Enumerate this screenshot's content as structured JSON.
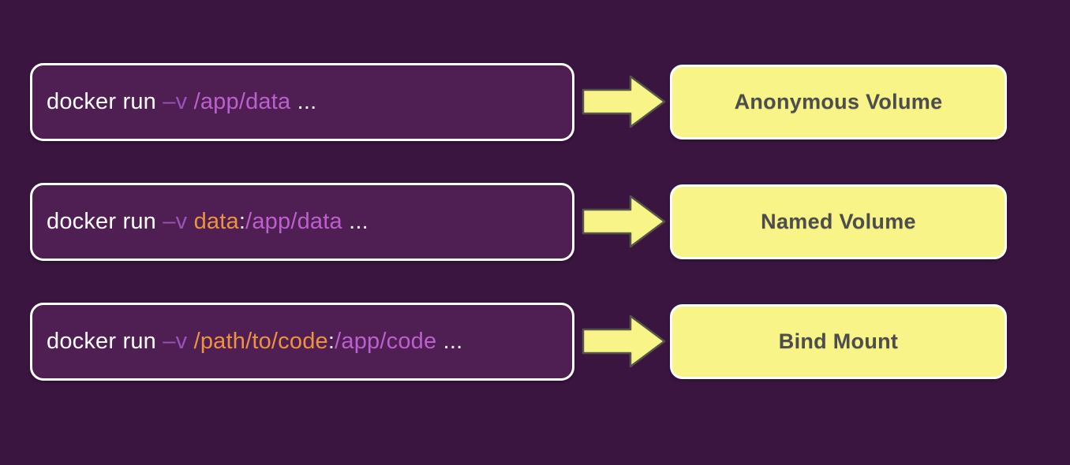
{
  "colors": {
    "background": "#3a1540",
    "command_box_fill": "#4f1e52",
    "box_border": "#ffffff",
    "text_plain": "#ffffff",
    "text_flag": "#9a52b5",
    "text_host": "#eb9440",
    "text_container_path": "#bb60cd",
    "result_box_fill": "#f8f488",
    "result_text": "#4d4d4d",
    "arrow_fill": "#f8f488",
    "arrow_outline": "#54544a"
  },
  "rows": [
    {
      "command": [
        {
          "text": "docker run ",
          "role": "plain"
        },
        {
          "text": "–v ",
          "role": "flag"
        },
        {
          "text": "/app/data",
          "role": "container-path"
        },
        {
          "text": " ...",
          "role": "plain"
        }
      ],
      "result": "Anonymous Volume"
    },
    {
      "command": [
        {
          "text": "docker run ",
          "role": "plain"
        },
        {
          "text": "–v ",
          "role": "flag"
        },
        {
          "text": "data",
          "role": "host"
        },
        {
          "text": ":",
          "role": "plain"
        },
        {
          "text": "/app/data",
          "role": "container-path"
        },
        {
          "text": " ...",
          "role": "plain"
        }
      ],
      "result": "Named Volume"
    },
    {
      "command": [
        {
          "text": "docker run ",
          "role": "plain"
        },
        {
          "text": "–v ",
          "role": "flag"
        },
        {
          "text": "/path/to/code",
          "role": "host"
        },
        {
          "text": ":",
          "role": "plain"
        },
        {
          "text": "/app/code",
          "role": "container-path"
        },
        {
          "text": " ...",
          "role": "plain"
        }
      ],
      "result": "Bind Mount"
    }
  ]
}
